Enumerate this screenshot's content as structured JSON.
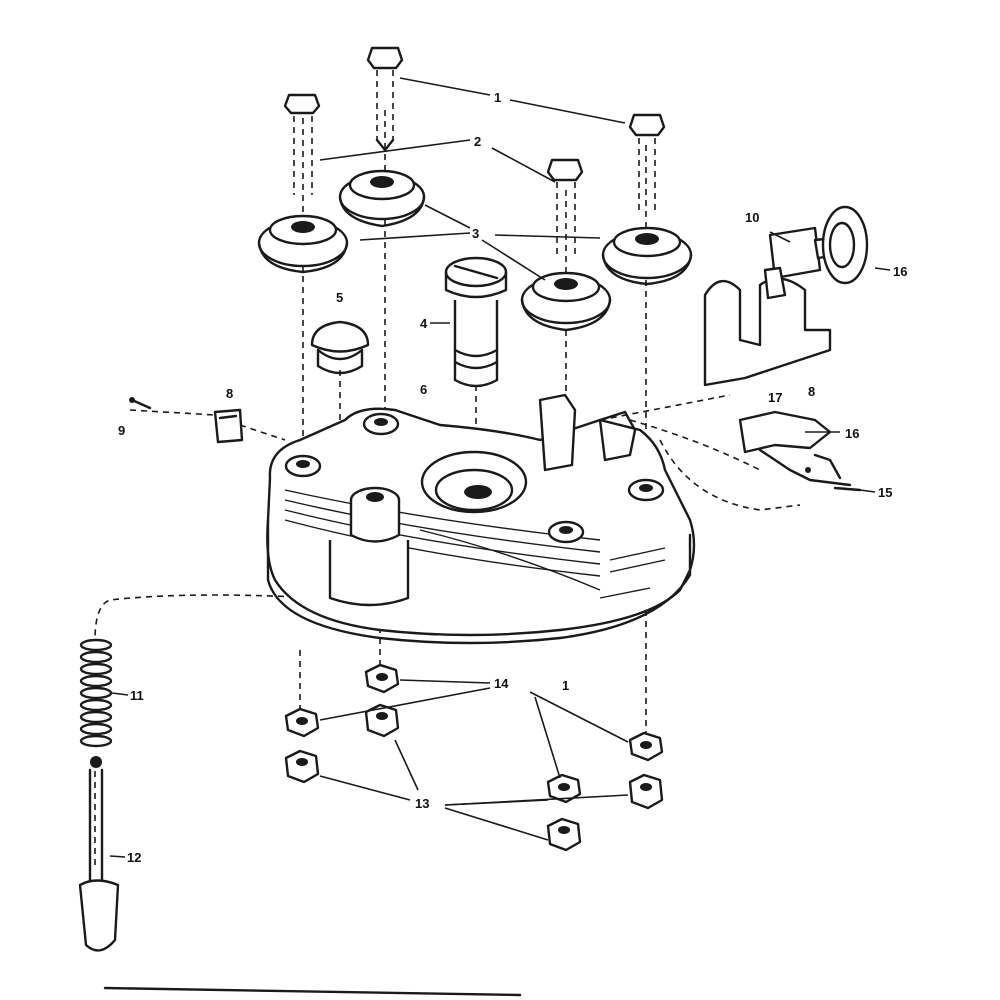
{
  "labels": {
    "l1a": "1",
    "l2": "2",
    "l3": "3",
    "l4": "4",
    "l5": "5",
    "l6": "6",
    "l8": "8",
    "l9": "9",
    "l10": "10",
    "l11": "11",
    "l12": "12",
    "l13": "13",
    "l14": "14",
    "l15": "15",
    "l16a": "16",
    "l16b": "16",
    "l17": "17",
    "l1b": "1",
    "l8b": "8"
  }
}
